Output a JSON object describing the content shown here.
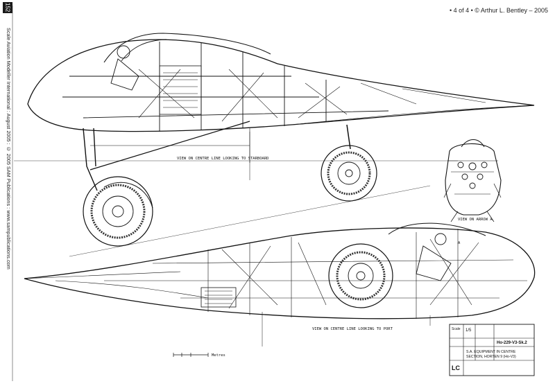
{
  "page": {
    "number": "152"
  },
  "header": {
    "copyright": "• 4 of 4 • © Arthur L. Bentley – 2005"
  },
  "side_credit": "Scale Aviation Modeller International : August 2005 : © 2005 SAM Publications : www.sampublications.com",
  "captions": {
    "view_starboard": "VIEW ON CENTRE LINE LOOKING TO STARBOARD",
    "view_port": "VIEW ON CENTRE LINE LOOKING TO PORT",
    "view_arrow": "VIEW ON ARROW A",
    "arrow_label": "A"
  },
  "title_block": {
    "scale_label": "Scale",
    "scale_value": "1/5",
    "drawing_no": "Ho-229-V3-Sk.2",
    "title_line1": "S.A. EQUIPMENT IN CENTRE",
    "title_line2": "SECTION, HORTEN 9 (Ho-V3)",
    "initials": "LC",
    "units": "Metres"
  }
}
